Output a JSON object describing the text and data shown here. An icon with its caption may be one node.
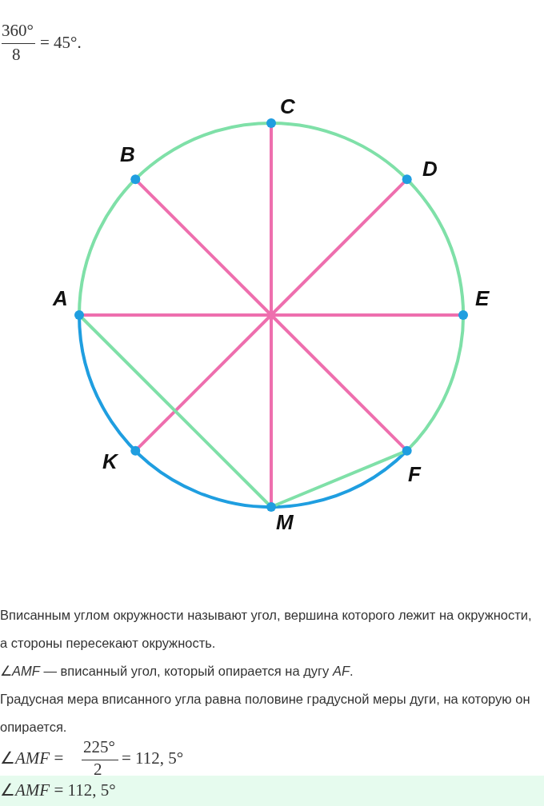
{
  "diagram": {
    "labels": [
      "360°",
      "8",
      "= 45°.",
      "C",
      "B",
      "D",
      "A",
      "E",
      "K",
      "F",
      "M",
      "Вписанным углом окружности называют угол, вершина которого лежит на окружности, а стороны пересекают окружность.",
      "∠*AMF* — вписанный угол, который опирается на дугу *AF*.",
      "Градусная мера вписанного угла равна половине градусной меры дуги, на которую он опирается.",
      "∠*AMF* =",
      "225°",
      "2",
      "= 112, 5°",
      "∠*AMF* = 112, 5°"
    ]
  }
}
